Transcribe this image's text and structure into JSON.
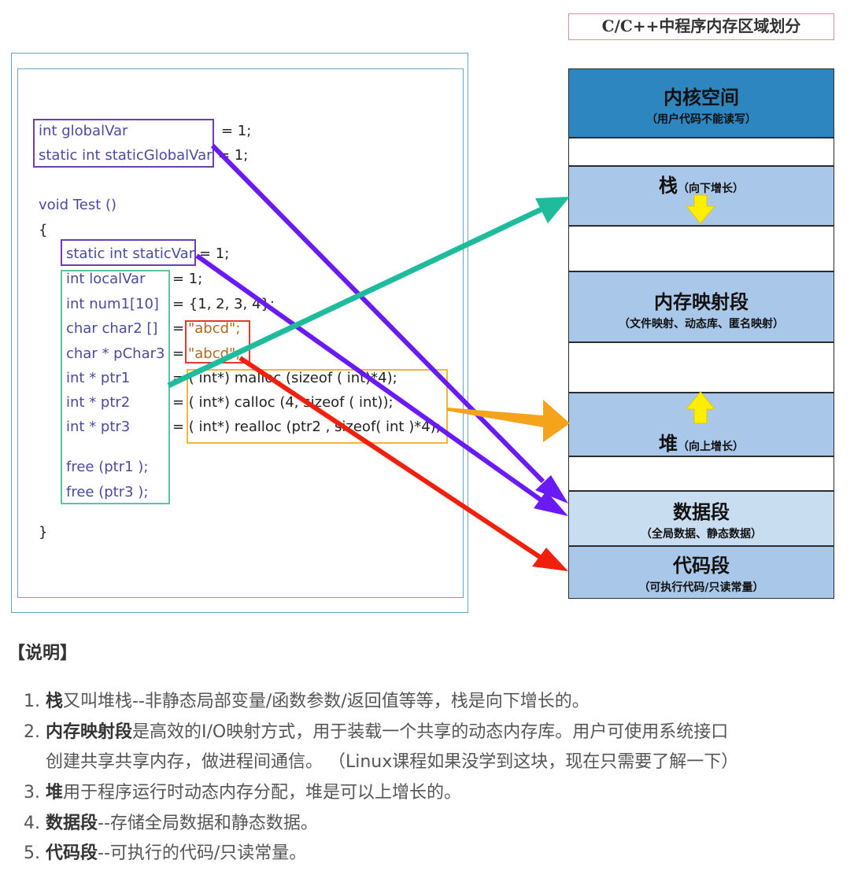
{
  "title": "C/C++中程序内存区域划分",
  "code": {
    "line1_left": "int globalVar",
    "line1_right": "= 1;",
    "line2_left": "static int staticGlobalVar",
    "line2_right": "= 1;",
    "line3": "void Test ()",
    "open_brace": "{",
    "line4_left": "static int staticVar",
    "line4_right": "= 1;",
    "line5_left": "int localVar",
    "line5_right": "= 1;",
    "line6_left": "int num1[10]",
    "line6_right": "= {1, 2, 3, 4};",
    "line7_left": "char char2 []",
    "line7_eq": "=",
    "line7_str": "\"abcd\";",
    "line8_left": "char * pChar3",
    "line8_eq": "=",
    "line8_str": "\"abcd\";",
    "line9_left": "int * ptr1",
    "line9_right": "= ( int*) malloc (sizeof ( int)*4);",
    "line10_left": "int * ptr2",
    "line10_right": "= ( int*) calloc (4, sizeof ( int));",
    "line11_left": "int * ptr3",
    "line11_right": "= ( int*) realloc (ptr2 , sizeof( int )*4);",
    "line12": "free (ptr1 );",
    "line13": "free (ptr3 );",
    "close_brace": "}"
  },
  "segments": {
    "kernel_name": "内核空间",
    "kernel_sub": "（用户代码不能读写）",
    "stack_name": "栈",
    "stack_sub": "（向下增长）",
    "mmap_name": "内存映射段",
    "mmap_sub": "（文件映射、动态库、匿名映射）",
    "heap_name": "堆",
    "heap_sub": "（向上增长）",
    "data_name": "数据段",
    "data_sub": "（全局数据、静态数据）",
    "code_name": "代码段",
    "code_sub": "（可执行代码/只读常量）"
  },
  "explanation": {
    "heading": "【说明】",
    "item1_num": "1. ",
    "item1_bold": "栈",
    "item1_text": "又叫堆栈--非静态局部变量/函数参数/返回值等等，栈是向下增长的。",
    "item2_num": "2. ",
    "item2_bold": "内存映射段",
    "item2_text": "是高效的I/O映射方式，用于装载一个共享的动态内存库。用户可使用系统接口",
    "item2_cont": "创建共享共享内存，做进程间通信。 （Linux课程如果没学到这块，现在只需要了解一下）",
    "item3_num": "3. ",
    "item3_bold": "堆",
    "item3_text": "用于程序运行时动态内存分配，堆是可以上增长的。",
    "item4_num": "4. ",
    "item4_bold": "数据段",
    "item4_text": "--存储全局数据和静态数据。",
    "item5_num": "5. ",
    "item5_bold": "代码段",
    "item5_text": "--可执行的代码/只读常量。"
  },
  "colors": {
    "purple_arrow": "#6a1bf5",
    "green_arrow": "#1ebc9c",
    "orange_arrow": "#f5a31a",
    "red_arrow": "#f0200c",
    "stack_arrow": "#ffee00"
  }
}
